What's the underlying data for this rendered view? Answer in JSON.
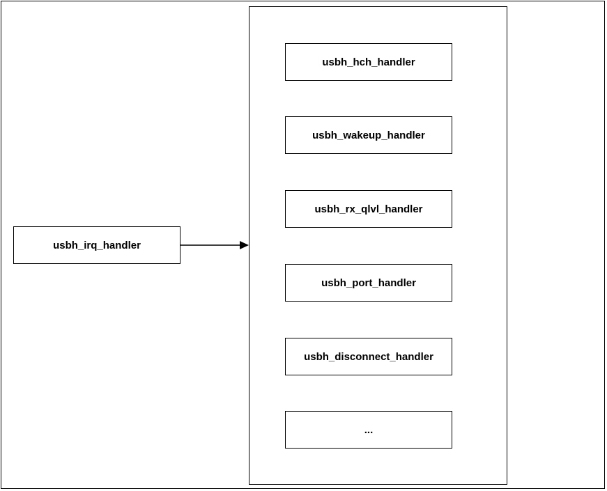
{
  "source": {
    "label": "usbh_irq_handler"
  },
  "handlers": [
    {
      "label": "usbh_hch_handler"
    },
    {
      "label": "usbh_wakeup_handler"
    },
    {
      "label": "usbh_rx_qlvl_handler"
    },
    {
      "label": "usbh_port_handler"
    },
    {
      "label": "usbh_disconnect_handler"
    },
    {
      "label": "..."
    }
  ]
}
